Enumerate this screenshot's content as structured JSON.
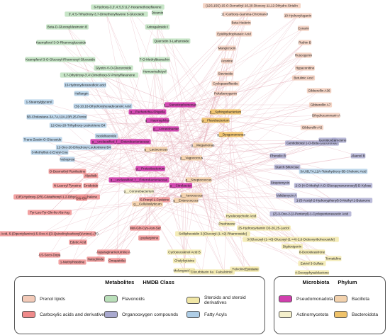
{
  "colors": {
    "prenol": "#f3cab8",
    "carboxylic": "#ef8a8a",
    "flavonoid": "#b9dfb9",
    "organooxygen": "#a9a9cf",
    "steroid": "#f1e7a6",
    "fatty": "#aecde6",
    "pseudomonadota": "#d13fae",
    "bacillota": "#f3d2ad",
    "actinomycetota": "#f5f0cc",
    "bacteroidota": "#efc26a"
  },
  "legend_metabolites": {
    "title_left": "Metabolites",
    "title_right": "HMDB Class",
    "items": [
      {
        "label": "Prenol lipids",
        "color": "prenol"
      },
      {
        "label": "Flavonoids",
        "color": "flavonoid"
      },
      {
        "label": "Steroids and steroid derivatives",
        "color": "steroid"
      },
      {
        "label": "Carboxylic acids and derivatives",
        "color": "carboxylic"
      },
      {
        "label": "Organooxygen compounds",
        "color": "organooxygen"
      },
      {
        "label": "Fatty Acyls",
        "color": "fatty"
      }
    ]
  },
  "legend_microbiota": {
    "title_left": "Microbiota",
    "title_right": "Phylum",
    "items": [
      {
        "label": "Pseudomonadota",
        "color": "pseudomonadota"
      },
      {
        "label": "Bacillota",
        "color": "bacillota"
      },
      {
        "label": "Actinomycetota",
        "color": "actinomycetota"
      },
      {
        "label": "Bacteroidota",
        "color": "bacteroidota"
      }
    ]
  },
  "nodes": [
    {
      "id": "m1",
      "label": "6-Hydroxy-3,3',4',5,5',6,7-Hexamethoxyflavone",
      "cls": "flavonoid"
    },
    {
      "id": "m2",
      "label": "3',4',5-Trihydroxy-3,7-Dimethoxyflavone 5-Glucoside",
      "cls": "flavonoid"
    },
    {
      "id": "m3",
      "label": "Beta-D-Glucosyldestruxin B",
      "cls": "flavonoid"
    },
    {
      "id": "m4",
      "label": "Kaempferol 3-O-Rhamnoglucoside",
      "cls": "flavonoid"
    },
    {
      "id": "m5",
      "label": "Kaempferol 3-O-Glucosyl-Rhamnosyl-Glucoside",
      "cls": "flavonoid"
    },
    {
      "id": "m6",
      "label": "Glyotin 4'-O-Glucuronide",
      "cls": "flavonoid"
    },
    {
      "id": "m7",
      "label": "5,7-Dihydroxy-3',4'-Dimethoxy-5'-Prenylflavanone",
      "cls": "flavonoid"
    },
    {
      "id": "m8",
      "label": "Diosmin",
      "cls": "flavonoid"
    },
    {
      "id": "m9",
      "label": "Astragaloside I",
      "cls": "flavonoid"
    },
    {
      "id": "m10",
      "label": "Quercetin 3-Lathyroside",
      "cls": "flavonoid"
    },
    {
      "id": "m11",
      "label": "7-O-Methylbiavachin",
      "cls": "flavonoid"
    },
    {
      "id": "m12",
      "label": "Homoeriodictyol",
      "cls": "flavonoid"
    },
    {
      "id": "m13",
      "label": "(12S,15S)-15-O-Demethyl-10,20-Dioxoxy-11,12-Dihydro-Strialin",
      "cls": "prenol"
    },
    {
      "id": "m14",
      "label": "11'-Carboxy-Gamma-Chromanol",
      "cls": "prenol"
    },
    {
      "id": "m15",
      "label": "Beta-Hederin",
      "cls": "prenol"
    },
    {
      "id": "m16",
      "label": "Epidihydrophaseic Acid",
      "cls": "prenol"
    },
    {
      "id": "m17",
      "label": "Mangicrocin",
      "cls": "prenol"
    },
    {
      "id": "m18",
      "label": "Aconine",
      "cls": "prenol"
    },
    {
      "id": "m19",
      "label": "Stevioside",
      "cls": "prenol"
    },
    {
      "id": "m20",
      "label": "Cyclopassifloside",
      "cls": "prenol"
    },
    {
      "id": "m21",
      "label": "Pokeberrygenin",
      "cls": "prenol"
    },
    {
      "id": "m22",
      "label": "10-Hydroxyloganin",
      "cls": "prenol"
    },
    {
      "id": "m23",
      "label": "Cynarin",
      "cls": "prenol"
    },
    {
      "id": "m24",
      "label": "Rothin B",
      "cls": "prenol"
    },
    {
      "id": "m25",
      "label": "Ruscogenin",
      "cls": "prenol"
    },
    {
      "id": "m26",
      "label": "Hypaconitine",
      "cls": "prenol"
    },
    {
      "id": "m27",
      "label": "Betulinic Acid",
      "cls": "prenol"
    },
    {
      "id": "m28",
      "label": "Gibberellin A36",
      "cls": "prenol"
    },
    {
      "id": "m29",
      "label": "Gibberellin A7",
      "cls": "prenol"
    },
    {
      "id": "m30",
      "label": "Dihydrocummarin A",
      "cls": "prenol"
    },
    {
      "id": "m31",
      "label": "Gibberellin A5",
      "cls": "prenol"
    },
    {
      "id": "m32",
      "label": "10-Hydroxydecanedioic acid",
      "cls": "fatty"
    },
    {
      "id": "m33",
      "label": "Hellangin",
      "cls": "fatty"
    },
    {
      "id": "m34",
      "label": "1-Stearoylglycerol",
      "cls": "fatty"
    },
    {
      "id": "m35",
      "label": "(S)-10,16-Dihydroxyhexadecanoic Acid",
      "cls": "fatty"
    },
    {
      "id": "m36",
      "label": "5B-Cholestane-3A,7A,12A,23R,25-Pentol",
      "cls": "fatty"
    },
    {
      "id": "m37",
      "label": "12-Oxo-20-Trihydroxy-Leukotriene B4",
      "cls": "fatty"
    },
    {
      "id": "m38",
      "label": "Isodeltiaonide",
      "cls": "fatty"
    },
    {
      "id": "m39",
      "label": "Trans-Zeatin-O-Glucoside",
      "cls": "fatty"
    },
    {
      "id": "m40",
      "label": "12-Oxo-20-Dihydroxy-Leukotriene B4",
      "cls": "fatty"
    },
    {
      "id": "m41",
      "label": "3-Methylbut-2-Enoyl-Coa",
      "cls": "fatty"
    },
    {
      "id": "m42",
      "label": "Noboprost",
      "cls": "fatty"
    },
    {
      "id": "m43",
      "label": "Gentiobiosyl 1-O-Beta-Glucuronide",
      "cls": "organooxygen"
    },
    {
      "id": "m44",
      "label": "Gentidoside",
      "cls": "organooxygen"
    },
    {
      "id": "m45",
      "label": "Carnosine",
      "cls": "organooxygen"
    },
    {
      "id": "m46",
      "label": "Alaenol B",
      "cls": "organooxygen"
    },
    {
      "id": "m47",
      "label": "Phenolic B",
      "cls": "organooxygen"
    },
    {
      "id": "m48",
      "label": "Starch Bifurcose",
      "cls": "organooxygen"
    },
    {
      "id": "m49",
      "label": "3A,6B,7A,12A-Tetrahydroxy-5B-Cholenic Acid",
      "cls": "fatty"
    },
    {
      "id": "m50",
      "label": "Streptomycin",
      "cls": "organooxygen"
    },
    {
      "id": "m51",
      "label": "2-O-(4-O-Methyl-A-D-Glucopyranuronosyl)-D-Xylose",
      "cls": "organooxygen"
    },
    {
      "id": "m52",
      "label": "Validamycin A",
      "cls": "organooxygen"
    },
    {
      "id": "m53",
      "label": "1-(5-Acetyl-2-Hydroxyphenyl)-3-Methyl-1-Butanone",
      "cls": "organooxygen"
    },
    {
      "id": "m54",
      "label": "(Z)-3-Oxo-2-(2-Pentenyl)-1-Cyclopenteneacetic Acid",
      "cls": "organooxygen"
    },
    {
      "id": "m55",
      "label": "O-Desmethyl Runilactine",
      "cls": "carboxylic"
    },
    {
      "id": "m56",
      "label": "N-Lauroyl Tyrosine",
      "cls": "carboxylic"
    },
    {
      "id": "m57",
      "label": "(1R)-Hydroxy-(2R)-Glutathionyl-1,2-Dihydronaphthalene",
      "cls": "carboxylic"
    },
    {
      "id": "m58",
      "label": "Alpelisib",
      "cls": "carboxylic"
    },
    {
      "id": "m59",
      "label": "Emidetide",
      "cls": "carboxylic"
    },
    {
      "id": "m60",
      "label": "Glu-Gln",
      "cls": "carboxylic"
    },
    {
      "id": "m61",
      "label": "S-Prenyl-L-Cysteine",
      "cls": "carboxylic"
    },
    {
      "id": "m62",
      "label": "Tyr-Leu-Tyr-Gln-Ile-Ala-Arg",
      "cls": "carboxylic"
    },
    {
      "id": "m63",
      "label": "Pentanoic Acid, 5-(Dipentylamino)-5-Oxo-4-((3-Quinolinylcarbonyl)Amino)-,(R)-",
      "cls": "carboxylic"
    },
    {
      "id": "m64",
      "label": "Met-Gln-Cys-Asn-Ser",
      "cls": "carboxylic"
    },
    {
      "id": "m65",
      "label": "Lysylarginine",
      "cls": "carboxylic"
    },
    {
      "id": "m66",
      "label": "Edetic Acid",
      "cls": "carboxylic"
    },
    {
      "id": "m67",
      "label": "Asparaginamerumine A",
      "cls": "carboxylic"
    },
    {
      "id": "m68",
      "label": "4,5-Seco-Dopa",
      "cls": "carboxylic"
    },
    {
      "id": "m69",
      "label": "Omapatrilat",
      "cls": "carboxylic"
    },
    {
      "id": "m70",
      "label": "1-Methylhistidine",
      "cls": "carboxylic"
    },
    {
      "id": "m71",
      "label": "Nateglinide",
      "cls": "carboxylic"
    },
    {
      "id": "m72",
      "label": "Hyodeoxycholic Acid",
      "cls": "steroid"
    },
    {
      "id": "m73",
      "label": "Prednisone",
      "cls": "steroid"
    },
    {
      "id": "m74",
      "label": "25-Hydroxyvitamin D3-26,25-Lactol",
      "cls": "steroid"
    },
    {
      "id": "m75",
      "label": "Scillipheosidin 3-[Glucosyl-(1->2)-Rhamnoside]",
      "cls": "steroid"
    },
    {
      "id": "m76",
      "label": "3-[Glucosyl-(1->6)-Glucosyl-(1->4)-2,6-Dideoxyribohexoside]",
      "cls": "steroid"
    },
    {
      "id": "m77",
      "label": "Digitoxigenin",
      "cls": "steroid"
    },
    {
      "id": "m78",
      "label": "Cycloeucalenol Acid B",
      "cls": "steroid"
    },
    {
      "id": "m79",
      "label": "8-Dexosteastrone",
      "cls": "steroid"
    },
    {
      "id": "m80",
      "label": "Cholylcytisine",
      "cls": "steroid"
    },
    {
      "id": "m81",
      "label": "Estriol 3-Sulfate",
      "cls": "steroid"
    },
    {
      "id": "m82",
      "label": "Melongoside G",
      "cls": "steroid"
    },
    {
      "id": "m83",
      "label": "4-Deoxyphysalolactone",
      "cls": "steroid"
    },
    {
      "id": "m84",
      "label": "Tomatidine",
      "cls": "steroid"
    },
    {
      "id": "m85",
      "label": "Cucurbitacin IIa",
      "cls": "steroid"
    },
    {
      "id": "m86",
      "label": "Helvolinodide XIII",
      "cls": "steroid"
    },
    {
      "id": "m87",
      "label": "Epostane",
      "cls": "steroid"
    },
    {
      "id": "m88",
      "label": "Falcalcitriol",
      "cls": "steroid"
    },
    {
      "id": "b1",
      "label": "g__Stenotrophomonas",
      "cls": "pseudomonadota"
    },
    {
      "id": "b2",
      "label": "g__Escherichia-Shigella",
      "cls": "pseudomonadota"
    },
    {
      "id": "b3",
      "label": "g__Sphingobacterium",
      "cls": "bacteroidota"
    },
    {
      "id": "b4",
      "label": "g__Flavobacterium",
      "cls": "bacteroidota"
    },
    {
      "id": "b5",
      "label": "g__Haemophilus",
      "cls": "pseudomonadota"
    },
    {
      "id": "b6",
      "label": "g__Acinetobacter",
      "cls": "pseudomonadota"
    },
    {
      "id": "b7",
      "label": "g__Dysgonomonas",
      "cls": "bacteroidota"
    },
    {
      "id": "b8",
      "label": "g__unclassified_f__Enterobacteriaceae",
      "cls": "pseudomonadota"
    },
    {
      "id": "b9",
      "label": "g__Megamonas",
      "cls": "bacillota"
    },
    {
      "id": "b10",
      "label": "g__Lactococcus",
      "cls": "bacillota"
    },
    {
      "id": "b11",
      "label": "g__Vagococcus",
      "cls": "bacillota"
    },
    {
      "id": "b12",
      "label": "g__Proteobacterium",
      "cls": "pseudomonadota"
    },
    {
      "id": "b13",
      "label": "g__unclassified_f__Enterobacteriaceae",
      "cls": "pseudomonadota"
    },
    {
      "id": "b14",
      "label": "g__Streptococcus",
      "cls": "bacillota"
    },
    {
      "id": "b15",
      "label": "g__Citrobacter",
      "cls": "pseudomonadota"
    },
    {
      "id": "b16",
      "label": "g__Aerococcus",
      "cls": "bacillota"
    },
    {
      "id": "b17",
      "label": "g__Corynebacterium",
      "cls": "actinomycetota"
    },
    {
      "id": "b18",
      "label": "g__Enterococcus",
      "cls": "bacillota"
    },
    {
      "id": "b19",
      "label": "g__Cellulosilyticum",
      "cls": "bacillota"
    }
  ]
}
